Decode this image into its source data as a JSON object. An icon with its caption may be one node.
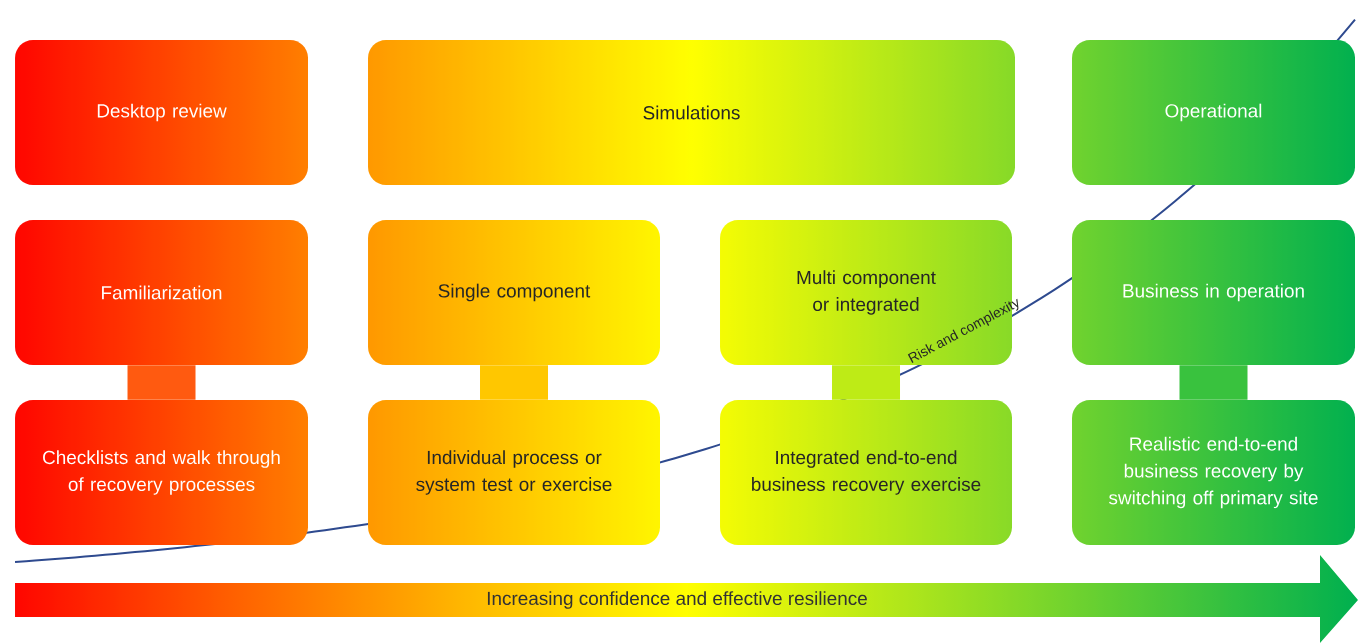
{
  "diagram": {
    "nodes": [
      {
        "text": [
          "Desktop review"
        ]
      },
      {
        "text": [
          "Simulations"
        ]
      },
      {
        "text": [
          "Operational"
        ]
      },
      {
        "text": [
          "Familiarization"
        ]
      },
      {
        "text": [
          "Single component"
        ]
      },
      {
        "text": [
          "Multi component or integrated"
        ]
      },
      {
        "text": [
          "Business in operation"
        ]
      },
      {
        "text": [
          "Checklists and walk through of recovery processes"
        ]
      },
      {
        "text": [
          "Individual process or system test or exercise"
        ]
      },
      {
        "text": [
          "Integrated end-to-end business recovery exercise"
        ]
      },
      {
        "text": [
          "Realistic end-to-end business recovery by switching off primary site"
        ]
      },
      {
        "text": [
          "Increasing confidence and effective resilience"
        ]
      }
    ],
    "edges": [
      {
        "from": 3,
        "to": 7,
        "arrow": "none",
        "color": "#ff5a10"
      },
      {
        "from": 4,
        "to": 8,
        "arrow": "none",
        "color": "#ffc700"
      },
      {
        "from": 5,
        "to": 9,
        "arrow": "none",
        "color": "#beeb16"
      },
      {
        "from": 6,
        "to": 10,
        "arrow": "none",
        "color": "#39c23e"
      }
    ],
    "labels": [
      "Risk and complexity"
    ]
  }
}
